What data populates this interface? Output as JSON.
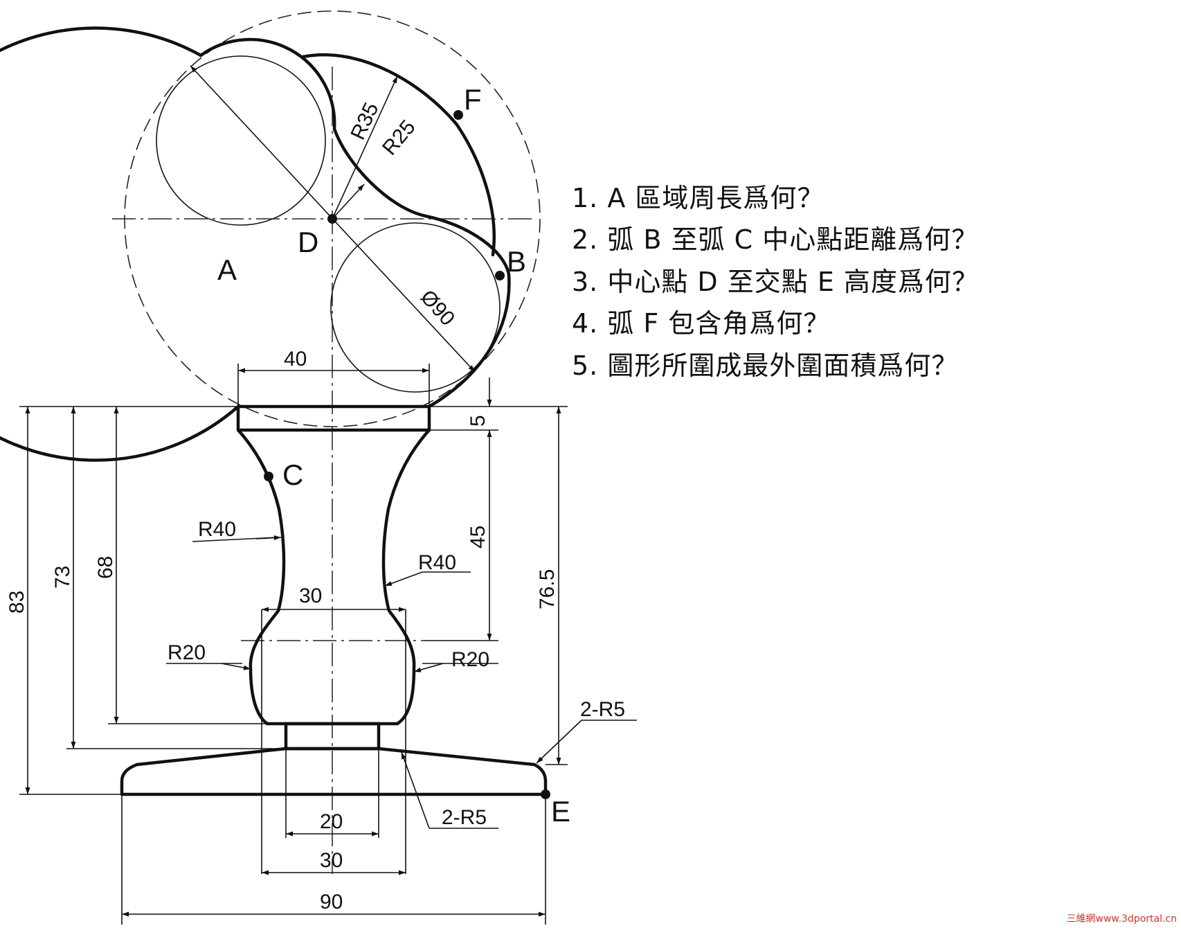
{
  "questions": [
    "1.  A 區域周長爲何？",
    "2.  弧 B 至弧 C 中心點距離爲何？",
    "3.  中心點 D 至交點 E 高度爲何？",
    "4.  弧 F 包含角爲何？",
    "5.  圖形所圍成最外圍面積爲何？"
  ],
  "points": {
    "a": "A",
    "b": "B",
    "c": "C",
    "d": "D",
    "e": "E",
    "f": "F"
  },
  "dimensions": {
    "r35": "R35",
    "r25": "R25",
    "dia90": "Ø90",
    "w40": "40",
    "h5": "5",
    "h45": "45",
    "h76_5": "76.5",
    "h83": "83",
    "h73": "73",
    "h68": "68",
    "r40_left": "R40",
    "r40_right": "R40",
    "w30_neck": "30",
    "r20_left": "R20",
    "r20_right": "R20",
    "r5_top": "2-R5",
    "r5_bottom": "2-R5",
    "w20": "20",
    "w30_base": "30",
    "w90": "90"
  },
  "watermark": "三維網www.3dportal.cn",
  "colors": {
    "line": "#111111",
    "watermark": "#c0392b"
  }
}
